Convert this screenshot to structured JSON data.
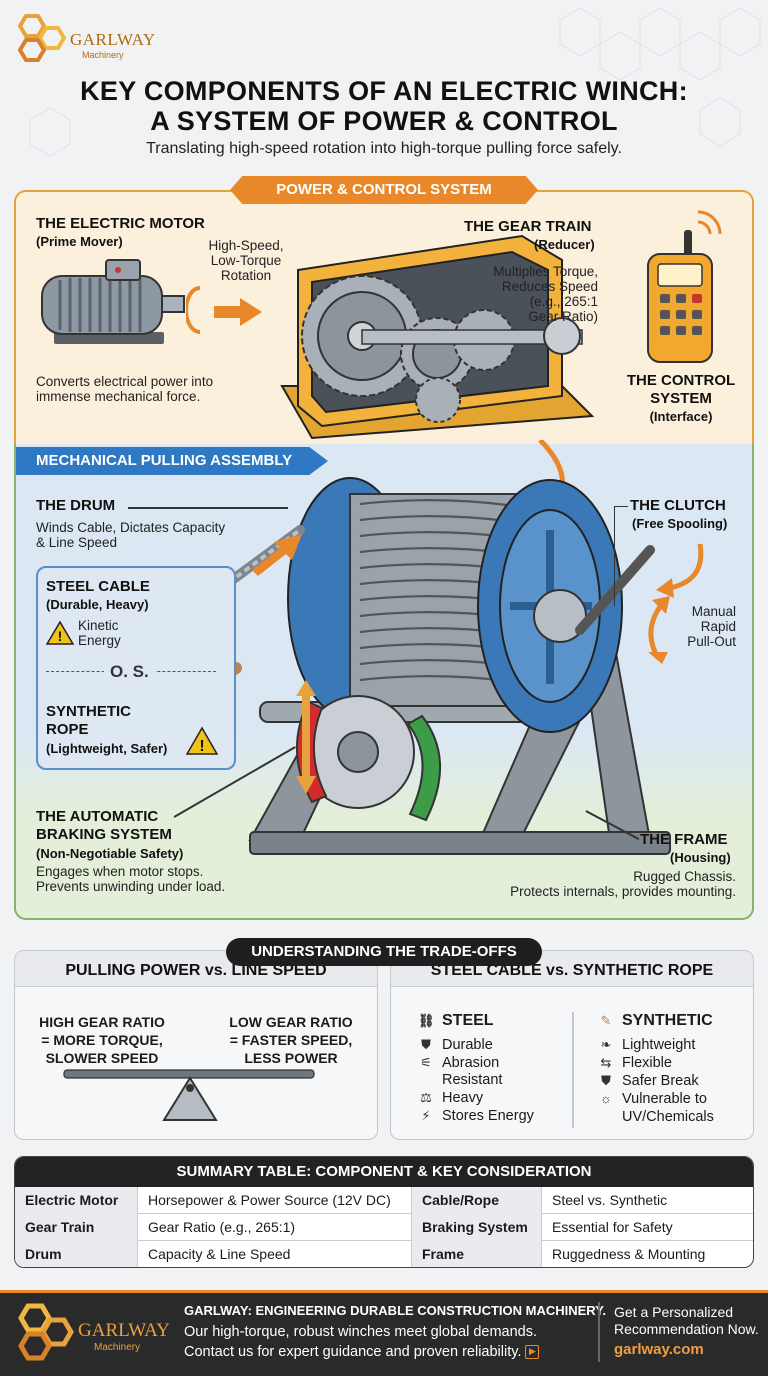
{
  "brand": {
    "logo_name": "GARLWAY",
    "logo_tagline": "Machinery",
    "accent": "#e8882a",
    "blue": "#2f78c4"
  },
  "header": {
    "title_line1": "KEY COMPONENTS OF AN ELECTRIC WINCH:",
    "title_line2": "A SYSTEM OF POWER & CONTROL",
    "subtitle": "Translating high-speed rotation into high-torque pulling force safely."
  },
  "power_section": {
    "tab": "POWER & CONTROL SYSTEM",
    "motor": {
      "title": "THE ELECTRIC MOTOR",
      "sub": "(Prime Mover)",
      "desc1": "Converts electrical power into",
      "desc2": "immense mechanical force."
    },
    "rotation": {
      "line1": "High-Speed,",
      "line2": "Low-Torque",
      "line3": "Rotation"
    },
    "gear": {
      "title": "THE GEAR TRAIN",
      "sub": "(Reducer)",
      "desc1": "Multiplies Torque,",
      "desc2": "Reduces Speed",
      "desc3": "(e.g., 265:1",
      "desc4": "Gear Ratio)"
    },
    "control": {
      "title1": "THE CONTROL",
      "title2": "SYSTEM",
      "sub": "(Interface)"
    }
  },
  "mech_section": {
    "tab": "MECHANICAL PULLING ASSEMBLY",
    "drum": {
      "title": "THE DRUM",
      "desc1": "Winds Cable, Dictates Capacity",
      "desc2": "& Line Speed"
    },
    "steel": {
      "title": "STEEL CABLE",
      "sub": "(Durable, Heavy)",
      "warn1": "Kinetic",
      "warn2": "Energy"
    },
    "vs": "O. S.",
    "synthetic": {
      "title1": "SYNTHETIC",
      "title2": "ROPE",
      "sub": "(Lightweight, Safer)"
    },
    "clutch": {
      "title": "THE CLUTCH",
      "sub": "(Free Spooling)",
      "desc1": "Manual",
      "desc2": "Rapid",
      "desc3": "Pull-Out"
    },
    "brake": {
      "title1": "THE AUTOMATIC",
      "title2": "BRAKING SYSTEM",
      "sub": "(Non-Negotiable Safety)",
      "desc1": "Engages when motor stops.",
      "desc2": "Prevents unwinding under load."
    },
    "frame": {
      "title": "THE FRAME",
      "sub": "(Housing)",
      "desc1": "Rugged Chassis.",
      "desc2": "Protects internals, provides mounting."
    }
  },
  "tradeoffs": {
    "tab": "UNDERSTANDING THE TRADE-OFFS",
    "left": {
      "title": "PULLING POWER vs. LINE SPEED",
      "high1": "HIGH GEAR RATIO",
      "high2": "= MORE TORQUE,",
      "high3": "SLOWER SPEED",
      "low1": "LOW GEAR RATIO",
      "low2": "= FASTER SPEED,",
      "low3": "LESS POWER"
    },
    "right": {
      "title": "STEEL CABLE vs. SYNTHETIC ROPE",
      "steel_head": "STEEL",
      "steel_items": [
        "Durable",
        "Abrasion",
        "Resistant",
        "Heavy",
        "Stores Energy"
      ],
      "syn_head": "SYNTHETIC",
      "syn_items": [
        "Lightweight",
        "Flexible",
        "Safer Break",
        "Vulnerable to",
        "UV/Chemicals"
      ]
    }
  },
  "summary": {
    "title": "SUMMARY TABLE: COMPONENT & KEY CONSIDERATION",
    "rows": [
      [
        "Electric Motor",
        "Horsepower & Power Source (12V DC)",
        "Cable/Rope",
        "Steel vs. Synthetic"
      ],
      [
        "Gear Train",
        "Gear Ratio (e.g., 265:1)",
        "Braking System",
        "Essential for Safety"
      ],
      [
        "Drum",
        "Capacity & Line Speed",
        "Frame",
        "Ruggedness & Mounting"
      ]
    ]
  },
  "footer": {
    "logo_name": "GARLWAY",
    "logo_tagline": "Machinery",
    "headline": "GARLWAY: ENGINEERING DURABLE CONSTRUCTION MACHINERY.",
    "line1": "Our high-torque, robust winches meet global demands.",
    "line2": "Contact us for expert guidance and proven reliability.",
    "cta1": "Get a Personalized",
    "cta2": "Recommendation Now.",
    "url": "garlway.com"
  }
}
